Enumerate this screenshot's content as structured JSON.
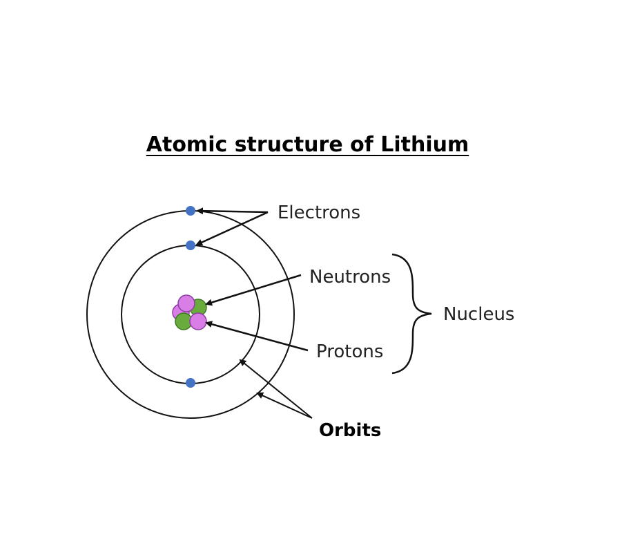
{
  "title": "Atomic structure of Lithium",
  "labels": {
    "electrons": "Electrons",
    "neutrons": "Neutrons",
    "protons": "Protons",
    "nucleus": "Nucleus",
    "orbits": "Orbits"
  },
  "colors": {
    "electron": "#4472c4",
    "proton": "#d97ee6",
    "proton_stroke": "#8a3fa0",
    "neutron": "#6aab3e",
    "neutron_stroke": "#3f7a22",
    "line": "#111111"
  },
  "counts": {
    "electrons": 3,
    "protons": 3,
    "neutrons": 2,
    "orbits": 2
  }
}
